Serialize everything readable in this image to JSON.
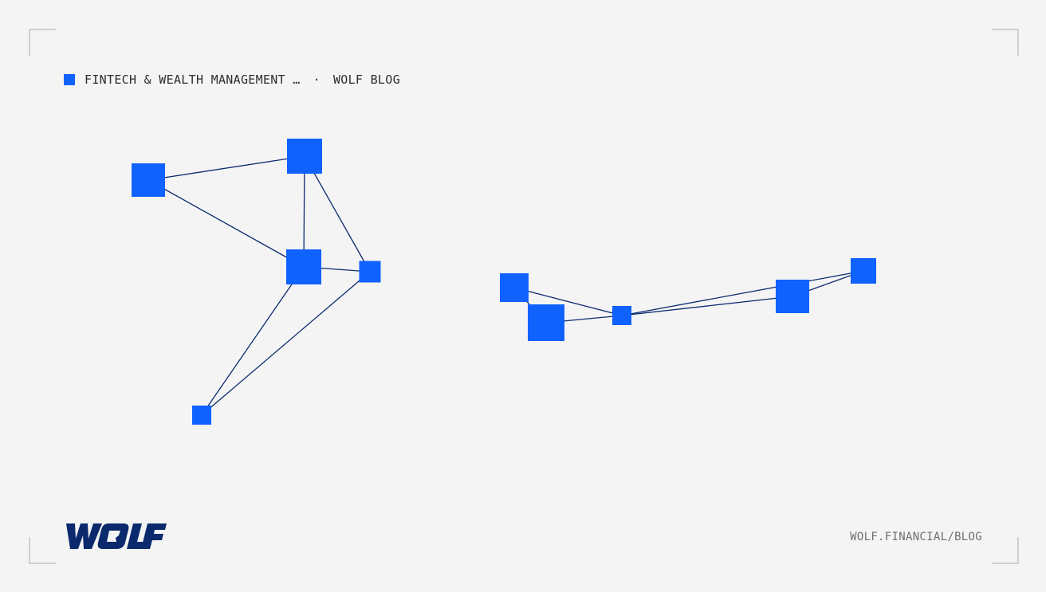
{
  "header": {
    "category": "FINTECH & WEALTH MANAGEMENT …",
    "separator": "·",
    "blog": "WOLF BLOG"
  },
  "footer": {
    "url": "WOLF.FINANCIAL/BLOG",
    "logo_text": "WOLF"
  },
  "colors": {
    "accent": "#0f62fe",
    "edge": "#0b2a6e",
    "logo": "#0b2a6e",
    "background": "#f4f4f4"
  },
  "diagram": {
    "node_count": 10,
    "edge_count": 13
  }
}
